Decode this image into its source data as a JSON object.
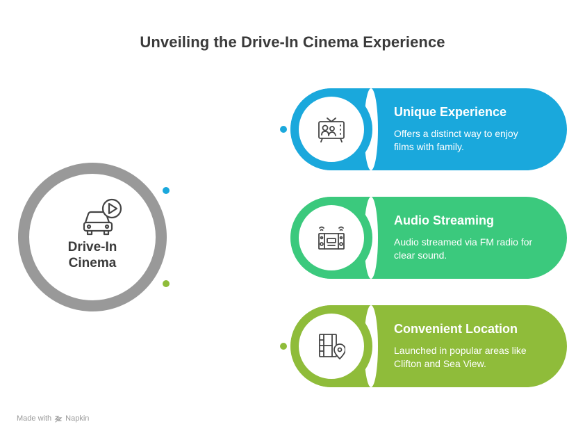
{
  "title": "Unveiling the Drive-In Cinema Experience",
  "hub": {
    "label_line1": "Drive-In",
    "label_line2": "Cinema",
    "icon": "car-play-icon",
    "ring_color": "#999999"
  },
  "cards": [
    {
      "title": "Unique Experience",
      "description": "Offers a distinct way to enjoy films with family.",
      "icon": "tv-family-icon",
      "color": "#1aa8dc"
    },
    {
      "title": "Audio Streaming",
      "description": "Audio streamed via FM radio for clear sound.",
      "icon": "stereo-speaker-icon",
      "color": "#3bc97d"
    },
    {
      "title": "Convenient Location",
      "description": "Launched in popular areas like Clifton and Sea View.",
      "icon": "film-location-icon",
      "color": "#8fbc3a"
    }
  ],
  "footer": {
    "made_with": "Made with",
    "brand": "Napkin"
  }
}
